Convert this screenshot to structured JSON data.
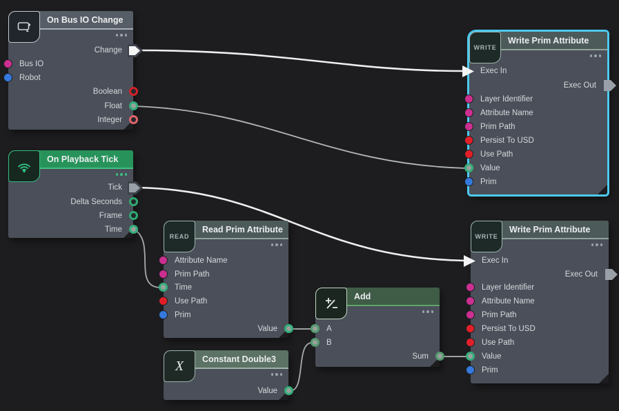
{
  "graph": {
    "background_color": "#1d1d1f",
    "selection_color": "#4dc9ef",
    "exec_wire_color": "#efefef",
    "data_wire_color": "#b2b6b6"
  },
  "palette": {
    "node_body": "#4a4f59",
    "header_gray": "#575d66",
    "header_green": "#27935a",
    "header_sage": "#4d5a5a",
    "header_add_green": "#3f5c46",
    "header_constant": "#5c7265",
    "pin_magenta": "#cb2f8f",
    "pin_red": "#e01f28",
    "pin_salmon": "#e2636c",
    "pin_blue": "#3579de",
    "pin_green": "#2fa871",
    "pin_connected_fill": "#9aa19c"
  },
  "icons": {
    "node0": "bus-io-icon",
    "node1": "wifi-playback-icon",
    "node3": "plus-minus-icon",
    "node4": "x-constant-icon",
    "menu": "ellipsis-icon"
  },
  "nodes": [
    {
      "title": "On Bus IO Change",
      "pins": [
        "Change",
        "Bus IO",
        "Robot",
        "Boolean",
        "Float",
        "Integer"
      ]
    },
    {
      "title": "On Playback Tick",
      "pins": [
        "Tick",
        "Delta Seconds",
        "Frame",
        "Time"
      ]
    },
    {
      "title": "Read Prim Attribute",
      "badge": "READ",
      "pins": [
        "Attribute Name",
        "Prim Path",
        "Time",
        "Use Path",
        "Prim",
        "Value"
      ]
    },
    {
      "title": "Add",
      "pins": [
        "A",
        "B",
        "Sum"
      ]
    },
    {
      "title": "Constant Double3",
      "icon_glyph": "X",
      "pins": [
        "Value"
      ]
    },
    {
      "title": "Write Prim Attribute",
      "badge": "WRITE",
      "selected": true,
      "pins": [
        "Exec In",
        "Exec Out",
        "Layer Identifier",
        "Attribute Name",
        "Prim Path",
        "Persist To USD",
        "Use Path",
        "Value",
        "Prim"
      ]
    },
    {
      "title": "Write Prim Attribute",
      "badge": "WRITE",
      "pins": [
        "Exec In",
        "Exec Out",
        "Layer Identifier",
        "Attribute Name",
        "Prim Path",
        "Persist To USD",
        "Use Path",
        "Value",
        "Prim"
      ]
    }
  ],
  "connections": [
    {
      "from": "On Bus IO Change.Change",
      "to": "Write Prim Attribute (selected).Exec In",
      "type": "exec"
    },
    {
      "from": "On Bus IO Change.Float",
      "to": "Write Prim Attribute (selected).Value",
      "type": "data"
    },
    {
      "from": "On Playback Tick.Tick",
      "to": "Write Prim Attribute.Exec In",
      "type": "exec"
    },
    {
      "from": "On Playback Tick.Time",
      "to": "Read Prim Attribute.Time",
      "type": "data"
    },
    {
      "from": "Read Prim Attribute.Value",
      "to": "Add.A",
      "type": "data"
    },
    {
      "from": "Constant Double3.Value",
      "to": "Add.B",
      "type": "data"
    },
    {
      "from": "Add.Sum",
      "to": "Write Prim Attribute.Value",
      "type": "data"
    }
  ]
}
